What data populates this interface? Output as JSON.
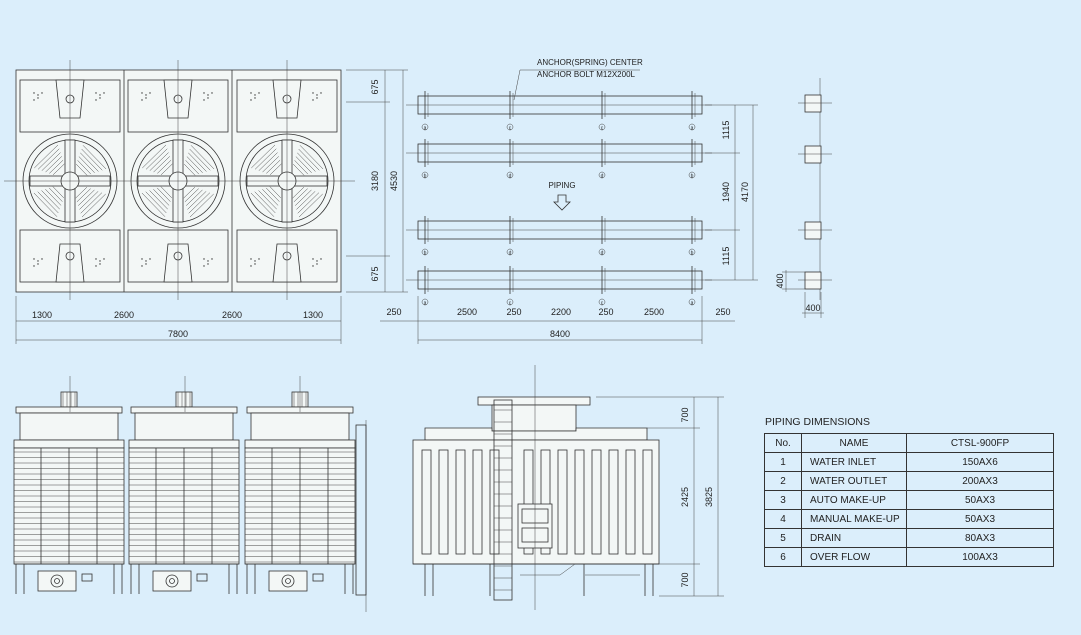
{
  "plan": {
    "vertical_dims": [
      "675",
      "3180",
      "675",
      "4530"
    ],
    "horizontal_dims": [
      "1300",
      "2600",
      "2600",
      "1300"
    ],
    "total_width": "7800"
  },
  "anchor": {
    "label_center": "ANCHOR(SPRING) CENTER",
    "label_bolt": "ANCHOR BOLT M12X200L",
    "piping": "PIPING",
    "right_dims": [
      "1115",
      "1940",
      "1115",
      "4170"
    ],
    "bottom_dims": [
      "250",
      "2500",
      "250",
      "2200",
      "250",
      "2500",
      "250"
    ],
    "total_width": "8400",
    "detail_dims": [
      "400",
      "400"
    ],
    "markers_row1": [
      "a",
      "c",
      "c",
      "a"
    ],
    "markers_row2": [
      "b",
      "d",
      "d",
      "b"
    ],
    "markers_row3": [
      "b",
      "d",
      "d",
      "b"
    ],
    "markers_row4": [
      "a",
      "c",
      "c",
      "a"
    ]
  },
  "side_view": {
    "dims": [
      "700",
      "2425",
      "700",
      "3825"
    ]
  },
  "piping_table": {
    "title": "PIPING DIMENSIONS",
    "headers": [
      "No.",
      "NAME",
      "CTSL-900FP"
    ],
    "rows": [
      [
        "1",
        "WATER INLET",
        "150AX6"
      ],
      [
        "2",
        "WATER OUTLET",
        "200AX3"
      ],
      [
        "3",
        "AUTO MAKE-UP",
        "50AX3"
      ],
      [
        "4",
        "MANUAL MAKE-UP",
        "50AX3"
      ],
      [
        "5",
        "DRAIN",
        "80AX3"
      ],
      [
        "6",
        "OVER FLOW",
        "100AX3"
      ]
    ]
  },
  "colors": {
    "background": "#dbeefb",
    "line": "#333333",
    "fill": "#f3f7f6"
  }
}
